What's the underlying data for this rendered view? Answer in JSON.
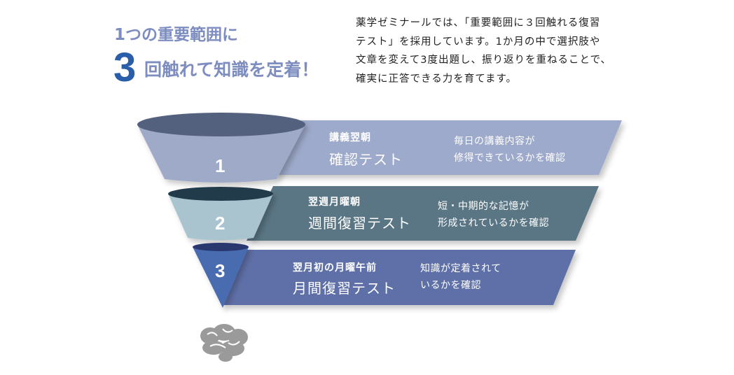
{
  "heading": {
    "line1": "1つの重要範囲に",
    "number": "3",
    "line2": "回触れて知識を定着！"
  },
  "intro": {
    "lines": [
      "薬学ゼミナールでは、「重要範囲に３回触れる復習",
      "テスト」を採用しています。1か月の中で選択肢や",
      "文章を変えて3度出題し、振り返りを重ねることで、",
      "確実に正答できる力を育てます。"
    ]
  },
  "steps": [
    {
      "number": "1",
      "timing": "講義翌朝",
      "name": "確認テスト",
      "desc": [
        "毎日の講義内容が",
        "修得できているかを確認"
      ],
      "color": "#9eaacb"
    },
    {
      "number": "2",
      "timing": "翌週月曜朝",
      "name": "週間復習テスト",
      "desc": [
        "短・中期的な記憶が",
        "形成されているかを確認"
      ],
      "color": "#5a7684"
    },
    {
      "number": "3",
      "timing": "翌月初の月曜午前",
      "name": "月間復習テスト",
      "desc": [
        "知識が定着されて",
        "いるかを確認"
      ],
      "color": "#5e6fa8"
    }
  ],
  "icons": {
    "brain": "brain-icon"
  }
}
